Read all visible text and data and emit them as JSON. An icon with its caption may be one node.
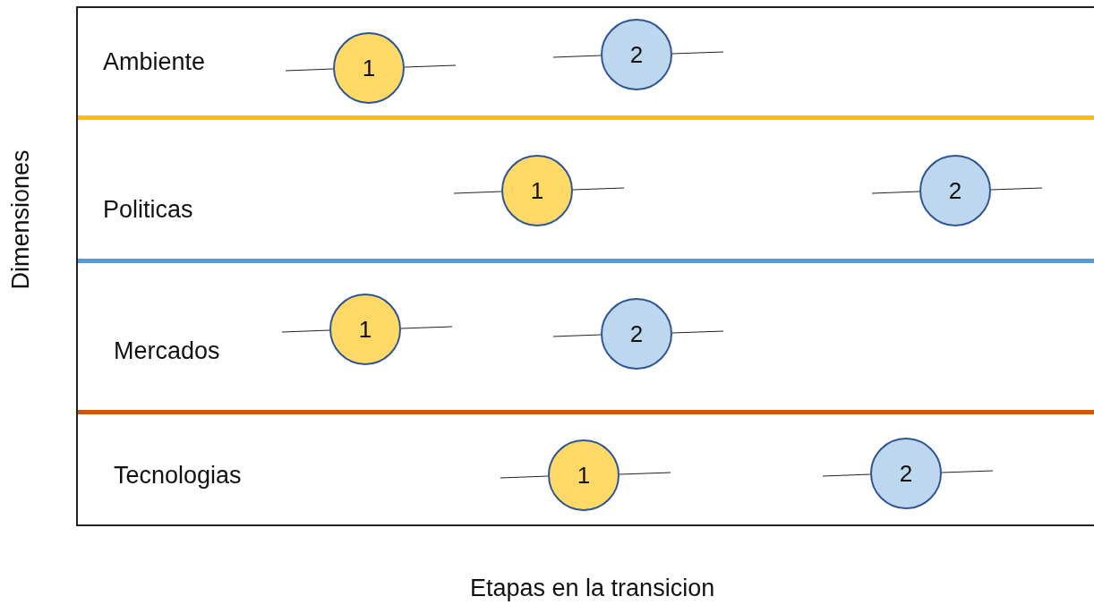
{
  "diagram": {
    "nodes": [
      {
        "text": [
          "Ambiente"
        ]
      },
      {
        "text": [
          "1"
        ],
        "in": 0
      },
      {
        "text": [
          "2"
        ],
        "in": 0
      },
      {
        "text": [
          "Politicas"
        ]
      },
      {
        "text": [
          "1"
        ],
        "in": 3
      },
      {
        "text": [
          "2"
        ],
        "in": 3
      },
      {
        "text": [
          "Mercados"
        ]
      },
      {
        "text": [
          "1"
        ],
        "in": 6
      },
      {
        "text": [
          "2"
        ],
        "in": 6
      },
      {
        "text": [
          "Tecnologias"
        ]
      },
      {
        "text": [
          "1"
        ],
        "in": 9
      },
      {
        "text": [
          "2"
        ],
        "in": 9
      }
    ],
    "edges": [
      {
        "from": null,
        "to": 1,
        "arrow": "none"
      },
      {
        "from": 1,
        "to": null,
        "arrow": "none"
      },
      {
        "from": null,
        "to": 2,
        "arrow": "none"
      },
      {
        "from": 2,
        "to": null,
        "arrow": "none"
      },
      {
        "from": null,
        "to": 4,
        "arrow": "none"
      },
      {
        "from": 4,
        "to": null,
        "arrow": "none"
      },
      {
        "from": null,
        "to": 5,
        "arrow": "none"
      },
      {
        "from": 5,
        "to": null,
        "arrow": "none"
      },
      {
        "from": null,
        "to": 7,
        "arrow": "none"
      },
      {
        "from": 7,
        "to": null,
        "arrow": "none"
      },
      {
        "from": null,
        "to": 8,
        "arrow": "none"
      },
      {
        "from": 8,
        "to": null,
        "arrow": "none"
      },
      {
        "from": null,
        "to": 10,
        "arrow": "none"
      },
      {
        "from": 10,
        "to": null,
        "arrow": "none"
      },
      {
        "from": null,
        "to": 11,
        "arrow": "none"
      },
      {
        "from": 11,
        "to": null,
        "arrow": "none"
      }
    ],
    "labels": [
      "Dimensiones",
      "Etapas en la transicion"
    ]
  }
}
